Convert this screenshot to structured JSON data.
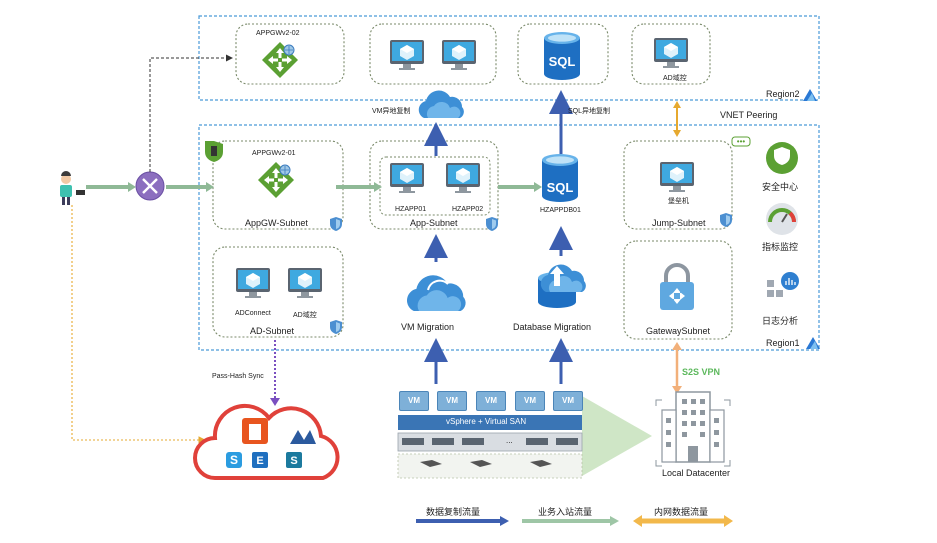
{
  "regions": {
    "region2": "Region2",
    "region1": "Region1"
  },
  "region2": {
    "appgw_label": "APPGWv2-02",
    "ad_label": "AD域控"
  },
  "links": {
    "vm_replication": "VM异地复制",
    "sql_replication": "SQL异地复制",
    "vnet_peering": "VNET Peering",
    "pass_hash_sync": "Pass-Hash Sync",
    "s2s_vpn": "S2S VPN"
  },
  "region1": {
    "appgw_label": "APPGWv2-01",
    "appgw_subnet": "AppGW-Subnet",
    "app_vm1": "HZAPP01",
    "app_vm2": "HZAPP02",
    "app_subnet": "App-Subnet",
    "sql_label": "HZAPPDB01",
    "jump_vm": "堡垒机",
    "jump_subnet": "Jump-Subnet",
    "ad_vm1": "ADConnect",
    "ad_vm2": "AD域控",
    "ad_subnet": "AD-Subnet",
    "vm_migration": "VM Migration",
    "db_migration": "Database Migration",
    "gateway_subnet": "GatewaySubnet"
  },
  "services": {
    "security": "安全中心",
    "monitor": "指标监控",
    "log": "日志分析"
  },
  "onprem": {
    "vm_label": "VM",
    "vsphere": "vSphere + Virtual SAN",
    "datacenter": "Local Datacenter",
    "ellipsis": "..."
  },
  "legend": {
    "data_replication": "数据复制流量",
    "business_inbound": "业务入站流量",
    "intranet": "内网数据流量"
  },
  "colors": {
    "region_border": "#4a9ad8",
    "replication_arrow": "#3d5fb0",
    "inbound_arrow": "#9ec6a6",
    "intranet_arrow": "#f2b84b",
    "vpn_text": "#5cb85c",
    "sync_line": "#7a4fc0",
    "appgw_green": "#5ba033",
    "sql_blue": "#1e6fc2",
    "vm_blue": "#59b4d9"
  }
}
